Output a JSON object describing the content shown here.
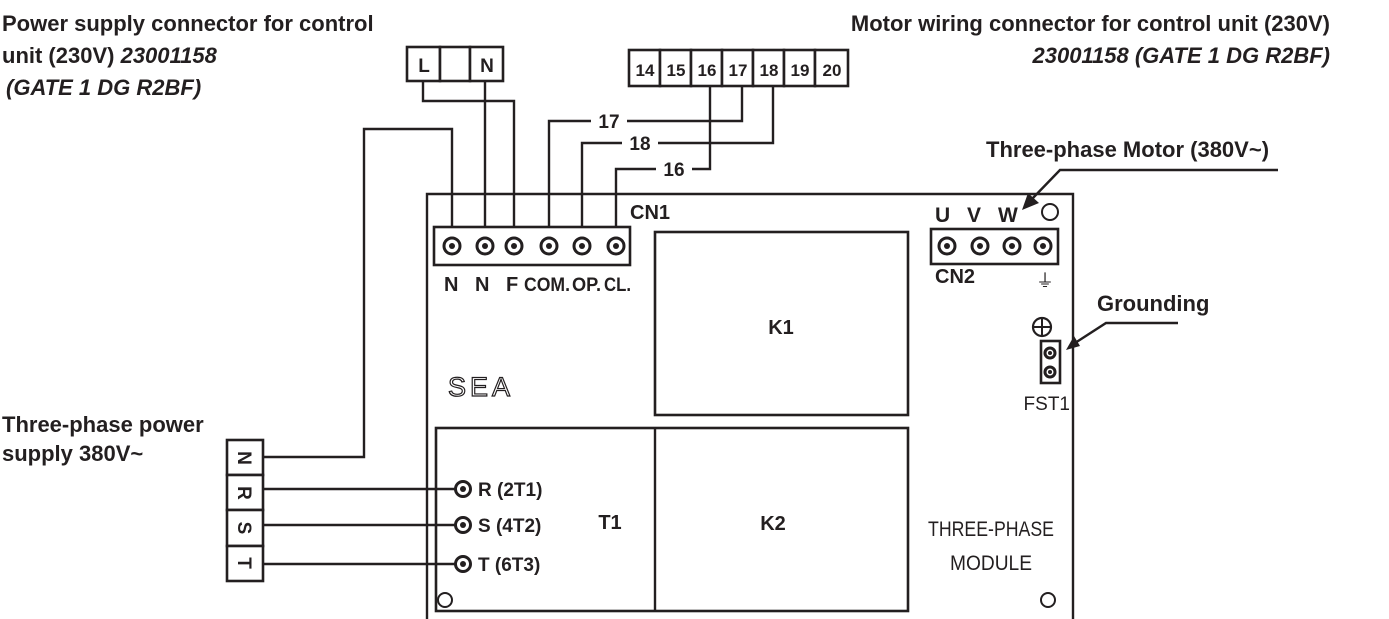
{
  "labels": {
    "power_title_1": "Power supply connector for control",
    "power_title_2": "unit (230V) ",
    "power_title_part": "23001158",
    "power_title_3": "(GATE 1 DG R2BF)",
    "motor_title_1": "Motor wiring connector for control unit (230V)",
    "motor_title_2": "23001158 (GATE 1 DG R2BF)",
    "three_phase_motor": "Three-phase  Motor (380V~)",
    "grounding": "Grounding",
    "three_phase_supply_1": "Three-phase power",
    "three_phase_supply_2": "supply 380V~",
    "cn1": "CN1",
    "cn2": "CN2",
    "k1": "K1",
    "k2": "K2",
    "t1": "T1",
    "fst1": "FST1",
    "logo": "SEA",
    "module_1": "THREE-PHASE",
    "module_2": "MODULE",
    "ground_symbol": "⏚"
  },
  "connectors": {
    "power": [
      "L",
      "",
      "N"
    ],
    "motor": [
      "14",
      "15",
      "16",
      "17",
      "18",
      "19",
      "20"
    ],
    "supply": [
      "N",
      "R",
      "S",
      "T"
    ],
    "cn2": [
      "U",
      "V",
      "W"
    ]
  },
  "cn1_terminals": [
    "N",
    "N",
    "F",
    "COM.",
    "OP.",
    "CL."
  ],
  "wire_tags": [
    "17",
    "18",
    "16"
  ],
  "phase_terminals": [
    "R (2T1)",
    "S (4T2)",
    "T (6T3)"
  ]
}
